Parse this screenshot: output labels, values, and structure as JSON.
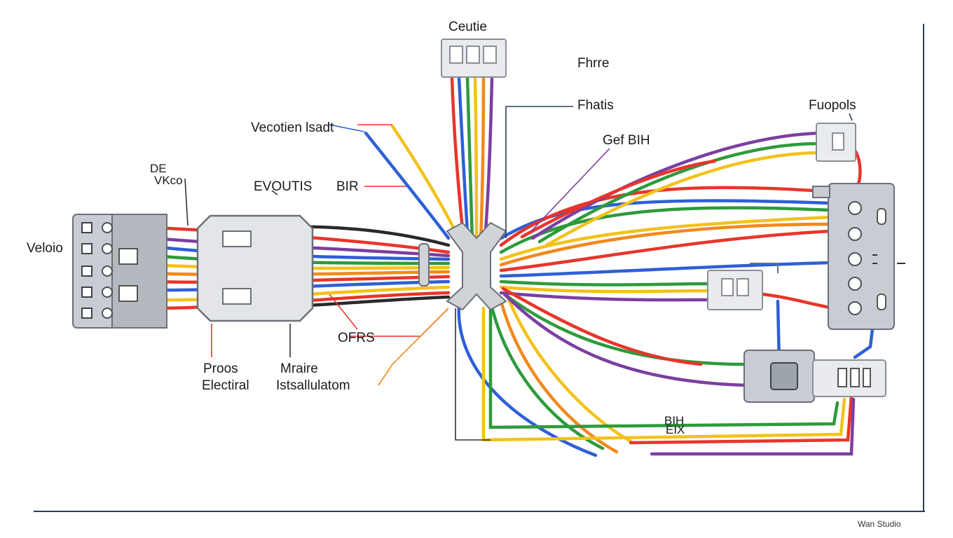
{
  "labels": {
    "top_connector": "Ceutie",
    "fhrre": "Fhrre",
    "fhatis": "Fhatis",
    "fuopols": "Fuopols",
    "vecotien": "Vecotien lsadt",
    "gef_bih": "Gef BIH",
    "de": "DE",
    "vkco": "VKco",
    "evoutis": "EVOUTIS",
    "bir": "BIR",
    "veloio": "Veloio",
    "ofrs": "OFRS",
    "proos": "Proos",
    "electiral": "Electiral",
    "mraire": "Mraire",
    "istsallulatom": "Istsallulatom",
    "bih": "BIH",
    "eix": "EIX",
    "credit": "Wan Studio"
  },
  "colors": {
    "red": "#e8352b",
    "blue": "#2f5fd6",
    "green": "#2e9a3c",
    "yellow": "#f2c21b",
    "orange": "#f08a1d",
    "purple": "#7b3fa0",
    "black": "#2a2a2a",
    "connector_gray": "#c9cdd3",
    "frame": "#2b3e5a"
  }
}
